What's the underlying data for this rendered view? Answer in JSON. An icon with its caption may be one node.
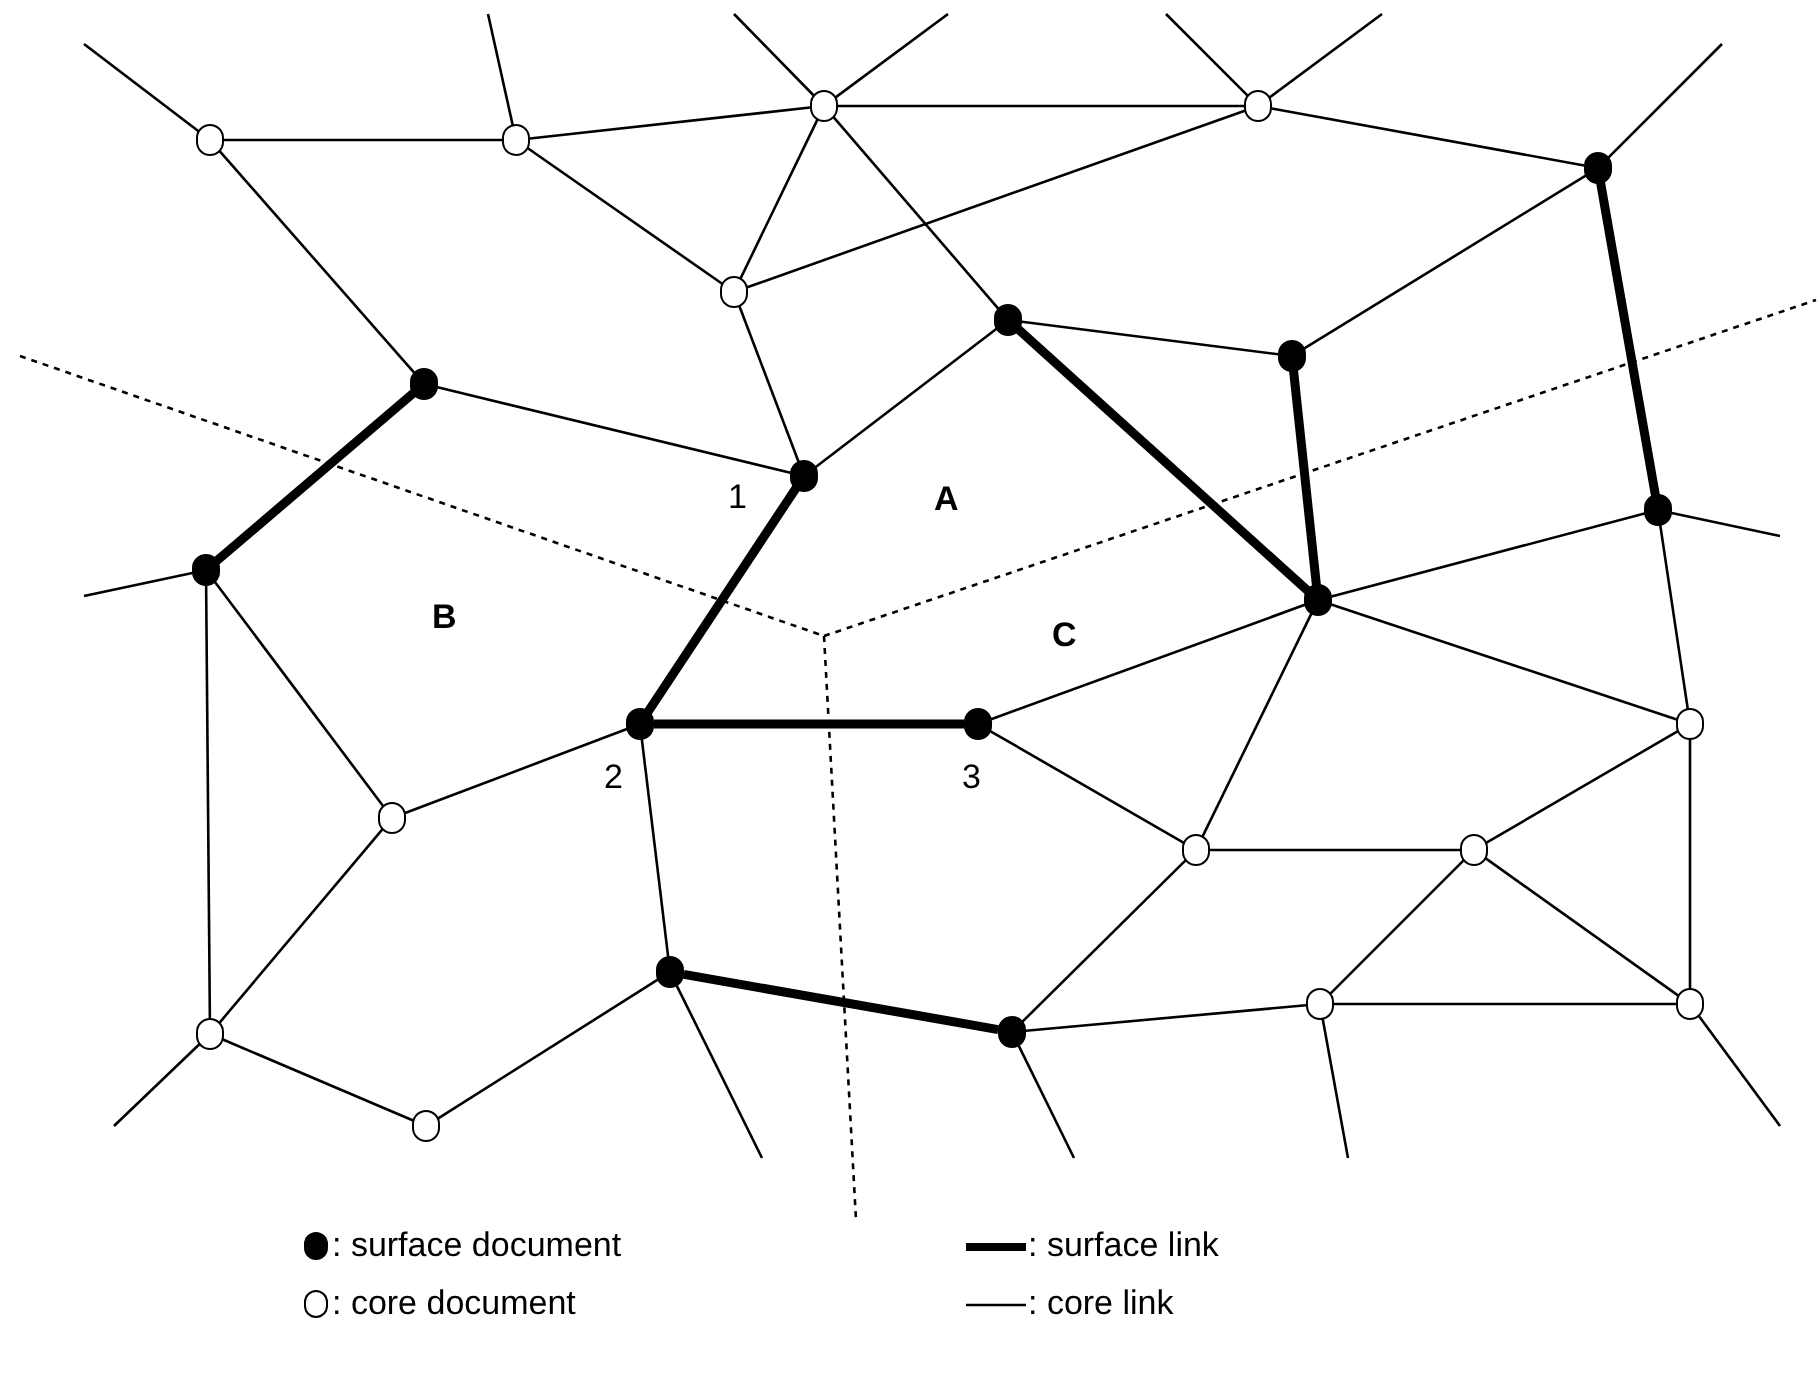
{
  "diagram": {
    "nodes": [
      {
        "text": [],
        "shape": "circle"
      },
      {
        "text": [],
        "shape": "circle"
      },
      {
        "text": [],
        "shape": "circle"
      },
      {
        "text": [],
        "shape": "circle"
      },
      {
        "text": [],
        "shape": "dot"
      },
      {
        "text": [],
        "shape": "circle"
      },
      {
        "text": [],
        "shape": "dot"
      },
      {
        "text": [],
        "shape": "dot"
      },
      {
        "text": [],
        "shape": "dot"
      },
      {
        "text": [],
        "shape": "dot",
        "beside": [
          "1"
        ]
      },
      {
        "text": [],
        "shape": "dot"
      },
      {
        "text": [],
        "shape": "dot"
      },
      {
        "text": [],
        "shape": "dot"
      },
      {
        "text": [],
        "shape": "dot",
        "beside": [
          "2"
        ]
      },
      {
        "text": [],
        "shape": "dot",
        "beside": [
          "3"
        ]
      },
      {
        "text": [],
        "shape": "circle"
      },
      {
        "text": [],
        "shape": "circle"
      },
      {
        "text": [],
        "shape": "circle"
      },
      {
        "text": [],
        "shape": "circle"
      },
      {
        "text": [],
        "shape": "dot"
      },
      {
        "text": [],
        "shape": "circle"
      },
      {
        "text": [],
        "shape": "circle"
      },
      {
        "text": [],
        "shape": "dot"
      },
      {
        "text": [],
        "shape": "circle"
      },
      {
        "text": [],
        "shape": "circle"
      }
    ],
    "edges": [
      {
        "from": 2,
        "to": 3,
        "arrow": "none"
      },
      {
        "from": 3,
        "to": 0,
        "arrow": "none"
      },
      {
        "from": 0,
        "to": 1,
        "arrow": "none"
      },
      {
        "from": 3,
        "to": 5,
        "arrow": "none"
      },
      {
        "from": 0,
        "to": 5,
        "arrow": "none"
      },
      {
        "from": 5,
        "to": 1,
        "arrow": "none"
      },
      {
        "from": 0,
        "to": 6,
        "arrow": "none"
      },
      {
        "from": 1,
        "to": 4,
        "arrow": "none"
      },
      {
        "from": 2,
        "to": 8,
        "arrow": "none"
      },
      {
        "from": 5,
        "to": 9,
        "arrow": "none"
      },
      {
        "from": 8,
        "to": 9,
        "arrow": "none"
      },
      {
        "from": 9,
        "to": 6,
        "arrow": "none"
      },
      {
        "from": 8,
        "to": 11,
        "arrow": "none",
        "style": "thick"
      },
      {
        "from": 6,
        "to": 7,
        "arrow": "none"
      },
      {
        "from": 6,
        "to": 12,
        "arrow": "none",
        "style": "thick"
      },
      {
        "from": 7,
        "to": 4,
        "arrow": "none"
      },
      {
        "from": 7,
        "to": 12,
        "arrow": "none",
        "style": "thick"
      },
      {
        "from": 4,
        "to": 10,
        "arrow": "none",
        "style": "thick"
      },
      {
        "from": 12,
        "to": 10,
        "arrow": "none"
      },
      {
        "from": 9,
        "to": 13,
        "arrow": "none",
        "style": "thick"
      },
      {
        "from": 13,
        "to": 14,
        "arrow": "none",
        "style": "thick"
      },
      {
        "from": 11,
        "to": 23,
        "arrow": "none"
      },
      {
        "from": 11,
        "to": 16,
        "arrow": "none"
      },
      {
        "from": 16,
        "to": 13,
        "arrow": "none"
      },
      {
        "from": 16,
        "to": 23,
        "arrow": "none"
      },
      {
        "from": 23,
        "to": 24,
        "arrow": "none"
      },
      {
        "from": 24,
        "to": 19,
        "arrow": "none"
      },
      {
        "from": 13,
        "to": 19,
        "arrow": "none"
      },
      {
        "from": 19,
        "to": 22,
        "arrow": "none",
        "style": "thick"
      },
      {
        "from": 22,
        "to": 17,
        "arrow": "none"
      },
      {
        "from": 22,
        "to": 20,
        "arrow": "none"
      },
      {
        "from": 14,
        "to": 12,
        "arrow": "none"
      },
      {
        "from": 14,
        "to": 17,
        "arrow": "none"
      },
      {
        "from": 12,
        "to": 17,
        "arrow": "none"
      },
      {
        "from": 12,
        "to": 15,
        "arrow": "none"
      },
      {
        "from": 10,
        "to": 15,
        "arrow": "none"
      },
      {
        "from": 17,
        "to": 18,
        "arrow": "none"
      },
      {
        "from": 18,
        "to": 15,
        "arrow": "none"
      },
      {
        "from": 18,
        "to": 20,
        "arrow": "none"
      },
      {
        "from": 18,
        "to": 21,
        "arrow": "none"
      },
      {
        "from": 15,
        "to": 21,
        "arrow": "none"
      },
      {
        "from": 20,
        "to": 21,
        "arrow": "none"
      },
      {
        "from": 2,
        "to": null,
        "arrow": "none"
      },
      {
        "from": 3,
        "to": null,
        "arrow": "none"
      },
      {
        "from": 0,
        "to": null,
        "arrow": "none"
      },
      {
        "from": 0,
        "to": null,
        "arrow": "none"
      },
      {
        "from": 1,
        "to": null,
        "arrow": "none"
      },
      {
        "from": 1,
        "to": null,
        "arrow": "none"
      },
      {
        "from": 4,
        "to": null,
        "arrow": "none"
      },
      {
        "from": 10,
        "to": null,
        "arrow": "none"
      },
      {
        "from": 11,
        "to": null,
        "arrow": "none"
      },
      {
        "from": 23,
        "to": null,
        "arrow": "none"
      },
      {
        "from": 19,
        "to": null,
        "arrow": "none"
      },
      {
        "from": 22,
        "to": null,
        "arrow": "none"
      },
      {
        "from": 20,
        "to": null,
        "arrow": "none"
      },
      {
        "from": 21,
        "to": null,
        "arrow": "none"
      }
    ],
    "labels": [
      "A",
      "B",
      "C"
    ],
    "legend": [
      {
        "text": ": surface document"
      },
      {
        "text": ": core document"
      },
      {
        "text": ": surface link"
      },
      {
        "text": ": core link"
      }
    ]
  }
}
